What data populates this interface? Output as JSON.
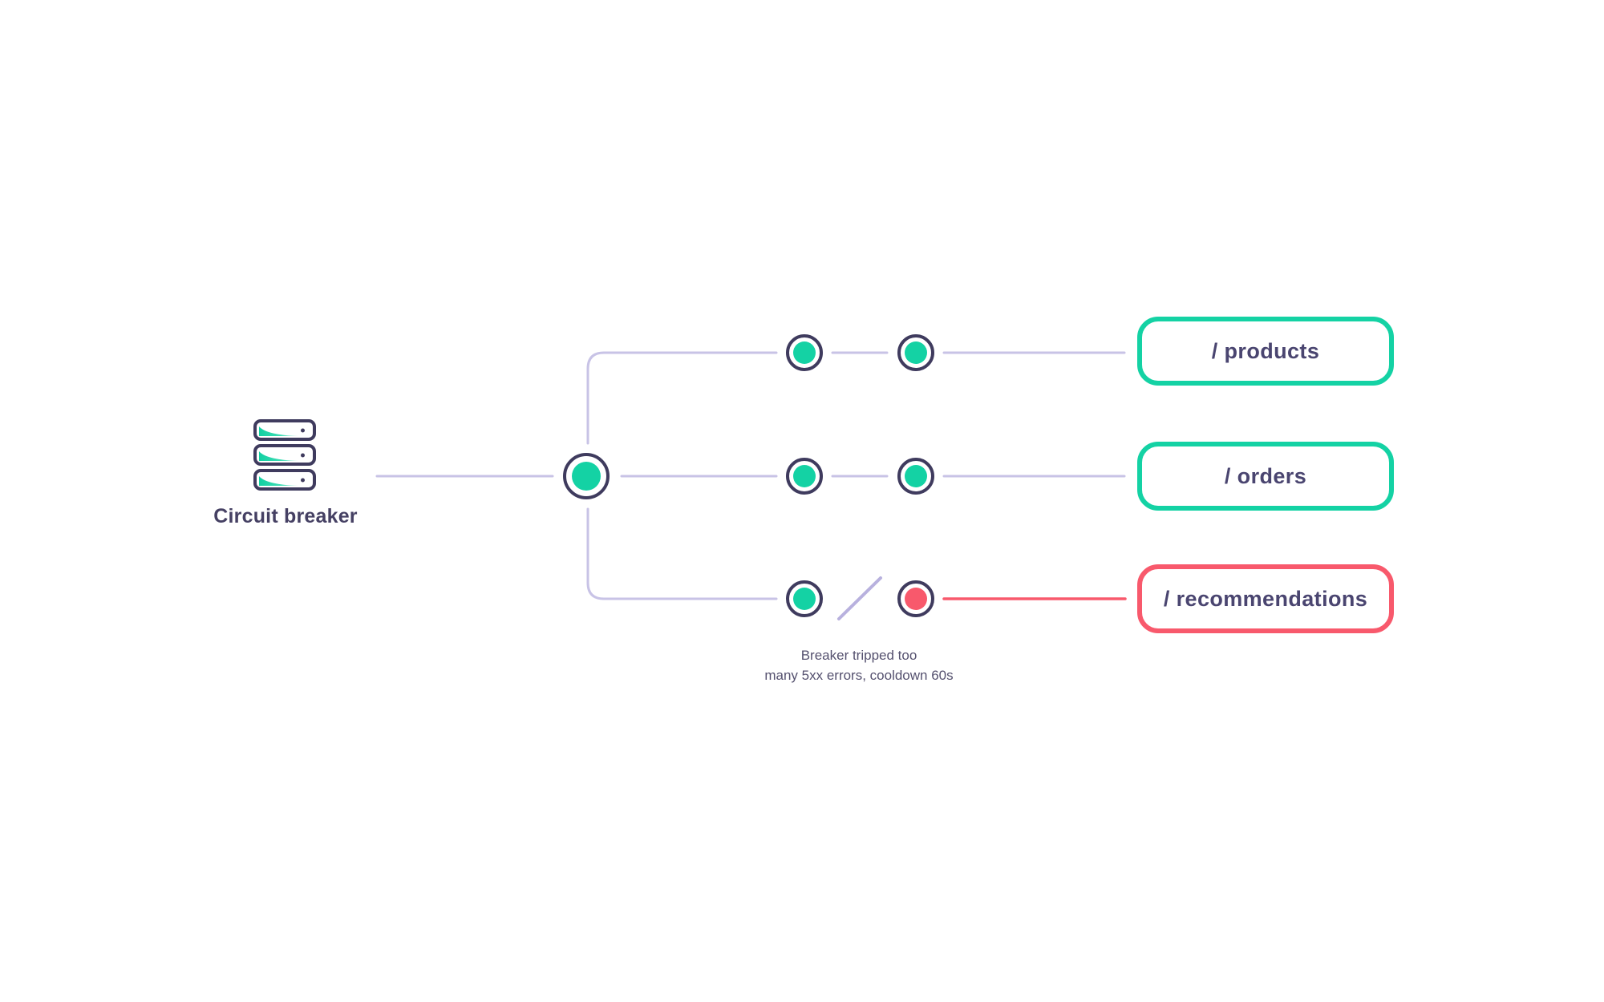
{
  "diagram": {
    "source": {
      "label": "Circuit breaker",
      "icon": "server-stack-icon"
    },
    "routes": [
      {
        "label": "/ products",
        "state": "closed",
        "accent": "#14d2a4"
      },
      {
        "label": "/ orders",
        "state": "closed",
        "accent": "#14d2a4"
      },
      {
        "label": "/ recommendations",
        "state": "open",
        "accent": "#f8596c"
      }
    ],
    "caption": {
      "line1": "Breaker tripped too",
      "line2": "many 5xx errors, cooldown 60s"
    },
    "colors": {
      "teal": "#14d2a4",
      "red": "#f8596c",
      "navy": "#3f3b5e",
      "lavender": "#c8c3e6",
      "label_text": "#4a4570"
    }
  }
}
